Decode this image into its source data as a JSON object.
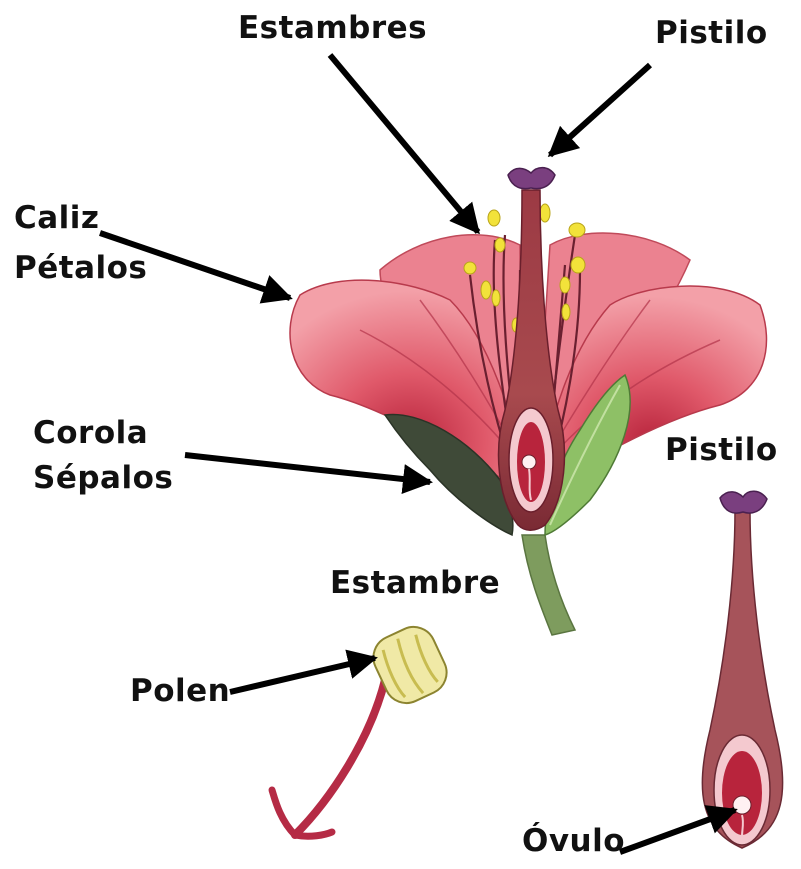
{
  "labels": {
    "estambres": "Estambres",
    "pistilo_top": "Pistilo",
    "caliz": "Caliz",
    "petalos": "Pétalos",
    "corola": "Corola",
    "sepalos": "Sépalos",
    "pistilo_side": "Pistilo",
    "estambre": "Estambre",
    "polen": "Polen",
    "ovulo": "Óvulo"
  },
  "colors": {
    "petal_light": "#f08a94",
    "petal_mid": "#e0596a",
    "petal_dark": "#b8243c",
    "stamen_yellow": "#f2e23a",
    "stigma_purple": "#7a3f7f",
    "sepal_green": "#7fae5a",
    "sepal_dark": "#3f4a38",
    "stem_green": "#7e9c5e",
    "arrow": "#000000"
  }
}
